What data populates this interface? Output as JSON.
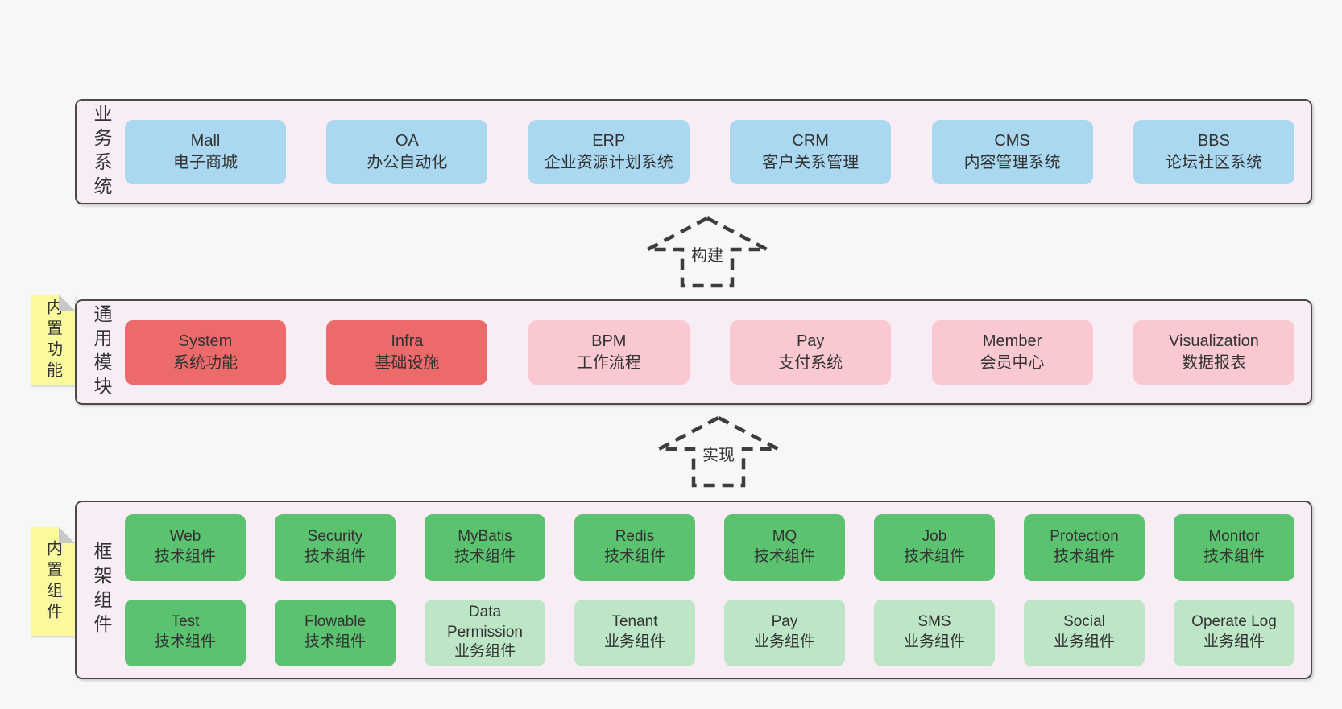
{
  "colors": {
    "page_bg": "#f7f7f7",
    "panel_bg": "#f8edf5",
    "panel_border": "#4a4a4a",
    "box_blue": "#a9d8f0",
    "box_red": "#ed6a6a",
    "box_pink": "#fac8d1",
    "box_green": "#5bc26f",
    "box_light_green": "#bde6c6",
    "note_yellow": "#fbf99e",
    "note_fold": "#c8c8c8",
    "text": "#333333",
    "arrow_stroke": "#3d3d3d"
  },
  "arrows": [
    {
      "label": "构建"
    },
    {
      "label": "实现"
    }
  ],
  "layers": [
    {
      "label": "业务系统",
      "rows": [
        [
          {
            "name": "Mall",
            "subtitle": "电子商城",
            "variant": "blue"
          },
          {
            "name": "OA",
            "subtitle": "办公自动化",
            "variant": "blue"
          },
          {
            "name": "ERP",
            "subtitle": "企业资源计划系统",
            "variant": "blue"
          },
          {
            "name": "CRM",
            "subtitle": "客户关系管理",
            "variant": "blue"
          },
          {
            "name": "CMS",
            "subtitle": "内容管理系统",
            "variant": "blue"
          },
          {
            "name": "BBS",
            "subtitle": "论坛社区系统",
            "variant": "blue"
          }
        ]
      ]
    },
    {
      "label": "通用模块",
      "note": "内置功能",
      "rows": [
        [
          {
            "name": "System",
            "subtitle": "系统功能",
            "variant": "red"
          },
          {
            "name": "Infra",
            "subtitle": "基础设施",
            "variant": "red"
          },
          {
            "name": "BPM",
            "subtitle": "工作流程",
            "variant": "pink"
          },
          {
            "name": "Pay",
            "subtitle": "支付系统",
            "variant": "pink"
          },
          {
            "name": "Member",
            "subtitle": "会员中心",
            "variant": "pink"
          },
          {
            "name": "Visualization",
            "subtitle": "数据报表",
            "variant": "pink"
          }
        ]
      ]
    },
    {
      "label": "框架组件",
      "note": "内置组件",
      "rows": [
        [
          {
            "name": "Web",
            "subtitle": "技术组件",
            "variant": "green"
          },
          {
            "name": "Security",
            "subtitle": "技术组件",
            "variant": "green"
          },
          {
            "name": "MyBatis",
            "subtitle": "技术组件",
            "variant": "green"
          },
          {
            "name": "Redis",
            "subtitle": "技术组件",
            "variant": "green"
          },
          {
            "name": "MQ",
            "subtitle": "技术组件",
            "variant": "green"
          },
          {
            "name": "Job",
            "subtitle": "技术组件",
            "variant": "green"
          },
          {
            "name": "Protection",
            "subtitle": "技术组件",
            "variant": "green"
          },
          {
            "name": "Monitor",
            "subtitle": "技术组件",
            "variant": "green"
          }
        ],
        [
          {
            "name": "Test",
            "subtitle": "技术组件",
            "variant": "green"
          },
          {
            "name": "Flowable",
            "subtitle": "技术组件",
            "variant": "green"
          },
          {
            "name": "Data Permission",
            "subtitle": "业务组件",
            "variant": "light_green"
          },
          {
            "name": "Tenant",
            "subtitle": "业务组件",
            "variant": "light_green"
          },
          {
            "name": "Pay",
            "subtitle": "业务组件",
            "variant": "light_green"
          },
          {
            "name": "SMS",
            "subtitle": "业务组件",
            "variant": "light_green"
          },
          {
            "name": "Social",
            "subtitle": "业务组件",
            "variant": "light_green"
          },
          {
            "name": "Operate Log",
            "subtitle": "业务组件",
            "variant": "light_green"
          }
        ]
      ]
    }
  ]
}
